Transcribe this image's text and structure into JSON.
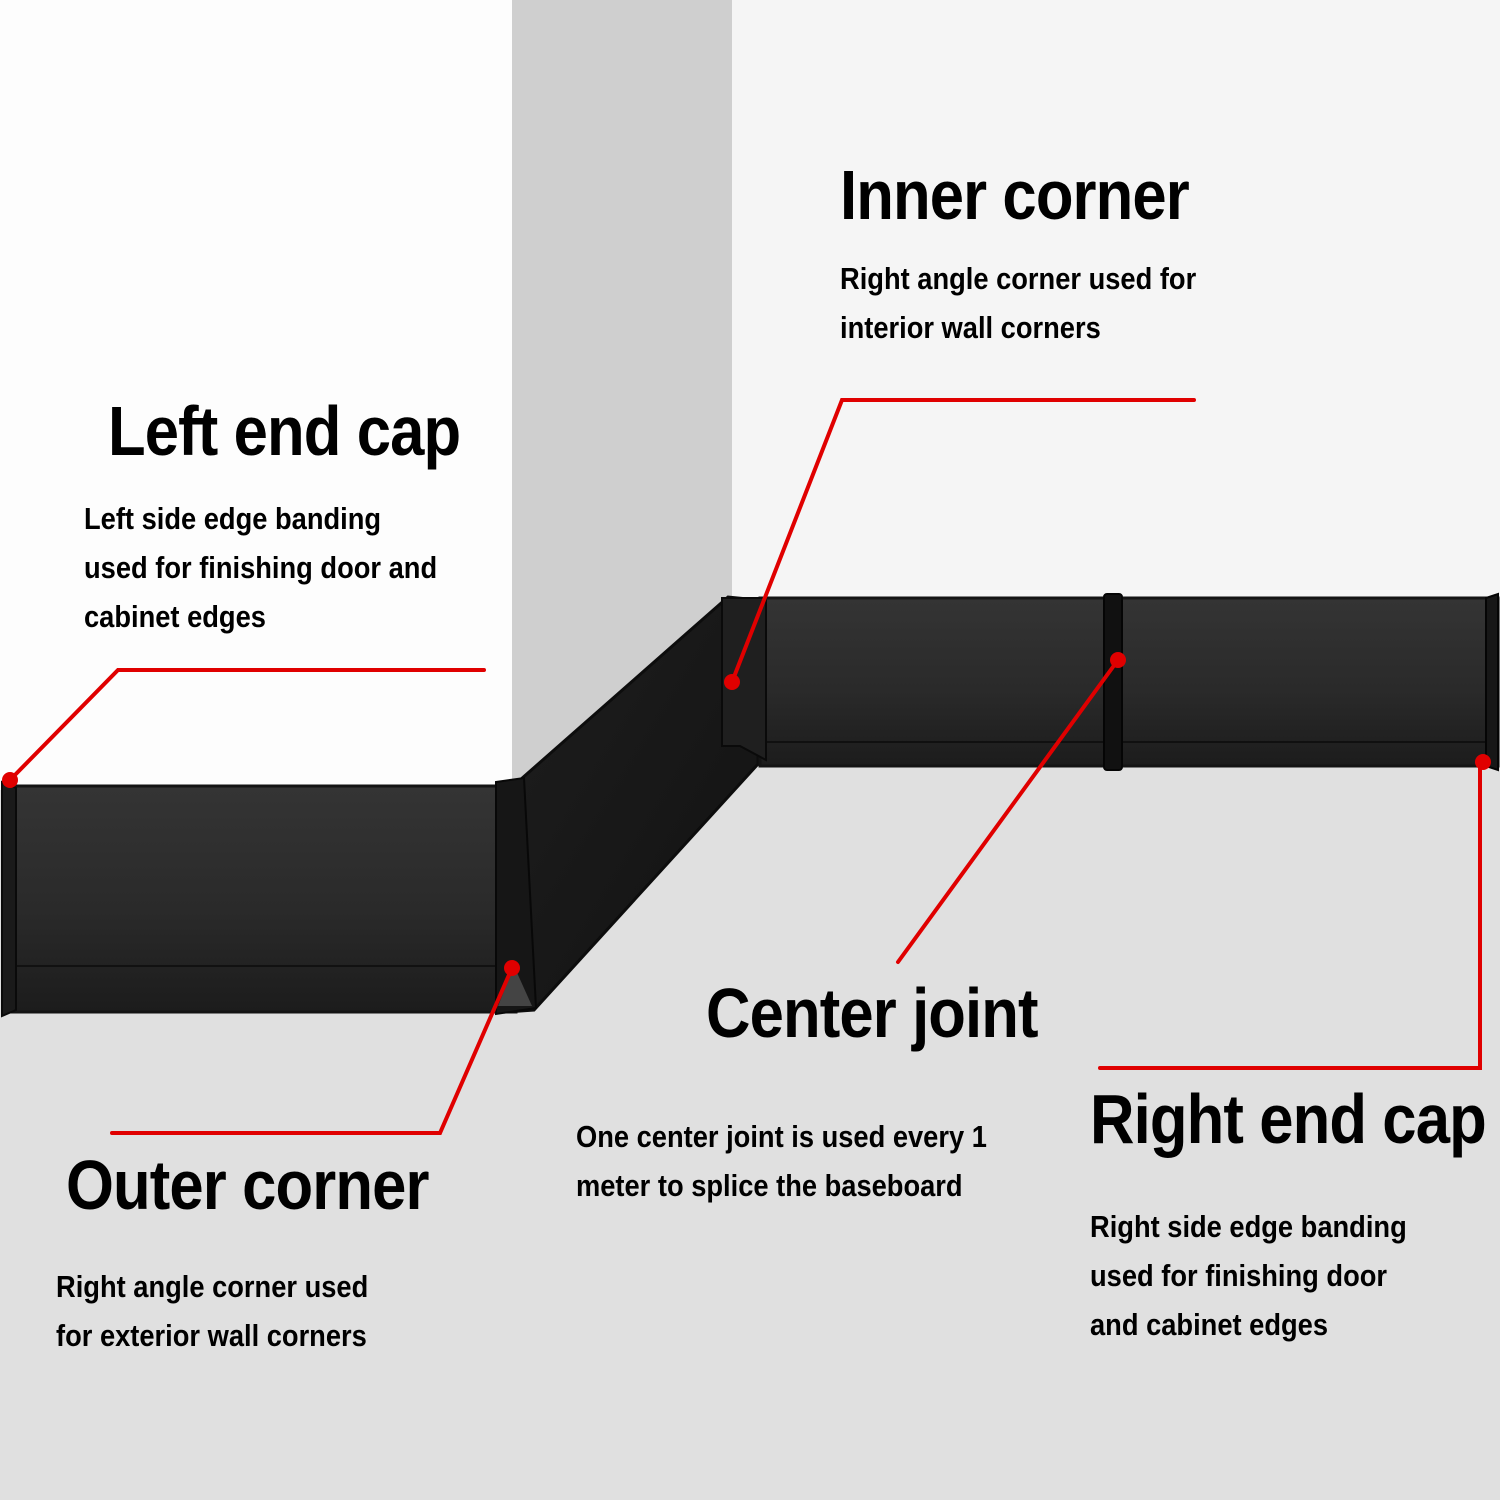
{
  "colors": {
    "wall_left": "#fdfdfd",
    "wall_middle": "#cfcfcf",
    "wall_right": "#f5f5f5",
    "floor": "#e0e0e0",
    "baseboard": "#2b2b2b",
    "baseboard_edge": "#141414",
    "leader_line": "#e00000"
  },
  "callouts": {
    "inner_corner": {
      "title": "Inner corner",
      "lines": [
        "Right angle corner used for",
        "interior wall corners"
      ]
    },
    "left_end_cap": {
      "title": "Left end cap",
      "lines": [
        "Left side edge banding",
        "used for finishing door and",
        "cabinet edges"
      ]
    },
    "center_joint": {
      "title": "Center joint",
      "lines": [
        "One center joint is used every 1",
        "meter to splice the baseboard"
      ]
    },
    "right_end_cap": {
      "title": "Right end cap",
      "lines": [
        "Right side edge banding",
        "used for finishing door",
        "and cabinet edges"
      ]
    },
    "outer_corner": {
      "title": "Outer corner",
      "lines": [
        "Right angle corner used",
        "for exterior wall corners"
      ]
    }
  }
}
